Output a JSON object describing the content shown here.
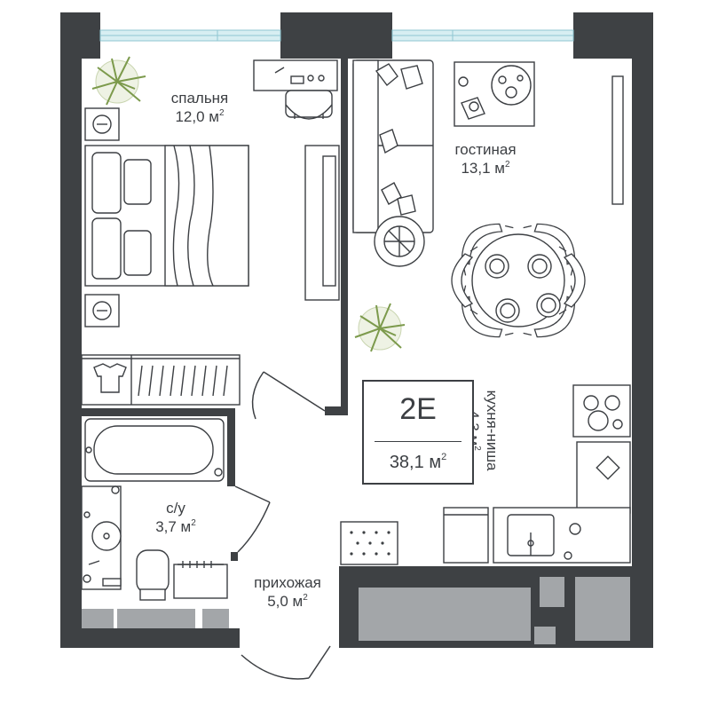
{
  "unit": {
    "code": "2E",
    "total_area": "38,1",
    "area_unit": "м"
  },
  "area_sup": "2",
  "rooms": [
    {
      "id": "bedroom",
      "name": "спальня",
      "area": "12,0 м"
    },
    {
      "id": "living",
      "name": "гостиная",
      "area": "13,1 м"
    },
    {
      "id": "kitchen",
      "name": "кухня-ниша",
      "area": "4,3 м"
    },
    {
      "id": "bathroom",
      "name": "с/у",
      "area": "3,7 м"
    },
    {
      "id": "hallway",
      "name": "прихожая",
      "area": "5,0 м"
    }
  ],
  "colors": {
    "wall": "#3e4144",
    "storage": "#a3a6a9",
    "line": "#3c3f43",
    "window": "#9fd2dc",
    "plant": "#7c9a4c"
  }
}
